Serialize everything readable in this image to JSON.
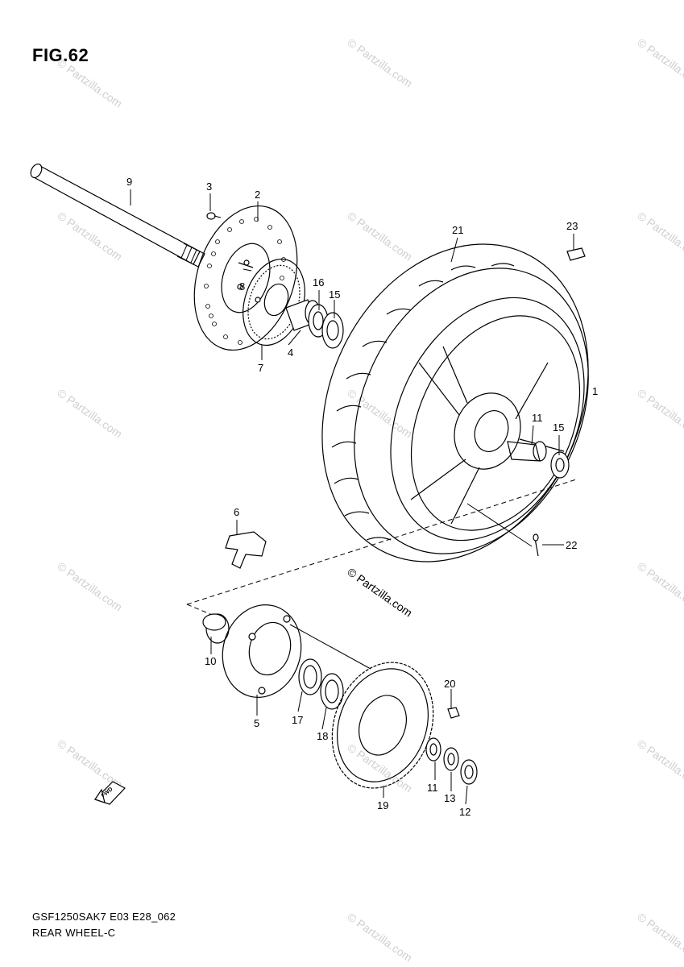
{
  "title": "FIG.62",
  "diagram_code": "GSF1250SAK7 E03 E28_062",
  "diagram_name": "REAR WHEEL-C",
  "copyright": "© Partzilla.com",
  "watermark": "© Partzilla.com",
  "front_arrow_label": "FWD",
  "callouts": [
    "9",
    "3",
    "2",
    "8",
    "16",
    "15",
    "4",
    "7",
    "21",
    "23",
    "1",
    "11",
    "15",
    "22",
    "6",
    "10",
    "5",
    "17",
    "18",
    "20",
    "19",
    "11",
    "13",
    "12"
  ]
}
